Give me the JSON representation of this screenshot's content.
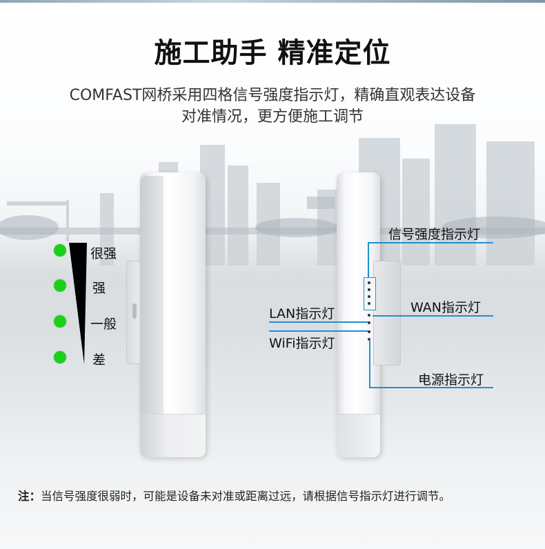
{
  "header": {
    "title": "施工助手  精准定位",
    "subtitle_line1": "COMFAST网桥采用四格信号强度指示灯，精确直观表达设备",
    "subtitle_line2": "对准情况，更方便施工调节"
  },
  "signal_levels": [
    {
      "label": "很强",
      "color": "#1bd01b"
    },
    {
      "label": "强",
      "color": "#1bd01b"
    },
    {
      "label": "一般",
      "color": "#1bd01b"
    },
    {
      "label": "差",
      "color": "#1bd01b"
    }
  ],
  "callouts": {
    "signal_strength": "信号强度指示灯",
    "wan": "WAN指示灯",
    "lan": "LAN指示灯",
    "wifi": "WiFi指示灯",
    "power": "电源指示灯"
  },
  "footnote": {
    "prefix": "注：",
    "text": "当信号强度很弱时，可能是设备未对准或距离过远，请根据信号指示灯进行调节。"
  },
  "colors": {
    "accent_line": "#1f8fd1",
    "led_green": "#1bd01b"
  }
}
